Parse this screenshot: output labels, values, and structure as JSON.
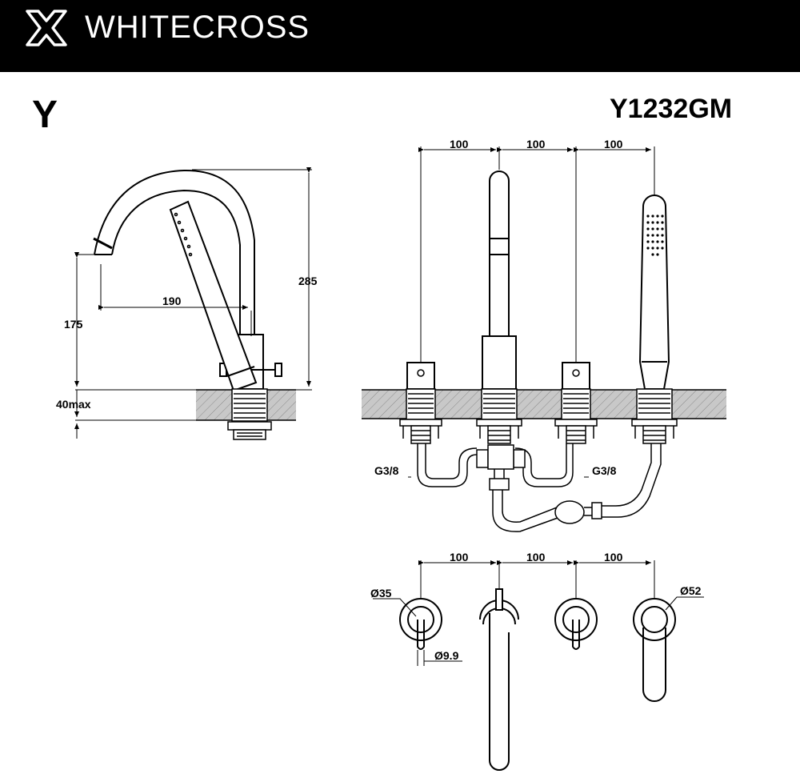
{
  "header": {
    "brand": "WHITECROSS",
    "logo_icon": "cross-logo-icon",
    "background": "#000000"
  },
  "title": {
    "series": "Y",
    "model": "Y1232GM"
  },
  "side_view": {
    "dim_height_total": "285",
    "dim_spout_reach": "190",
    "dim_spout_height": "175",
    "dim_deck_thickness": "40max"
  },
  "front_view": {
    "spacing_1": "100",
    "spacing_2": "100",
    "spacing_3": "100",
    "thread_left": "G3/8",
    "thread_right": "G3/8"
  },
  "top_view": {
    "spacing_1": "100",
    "spacing_2": "100",
    "spacing_3": "100",
    "dia_handle": "Ø35",
    "dia_lever": "Ø9.9",
    "dia_rose": "Ø52"
  }
}
